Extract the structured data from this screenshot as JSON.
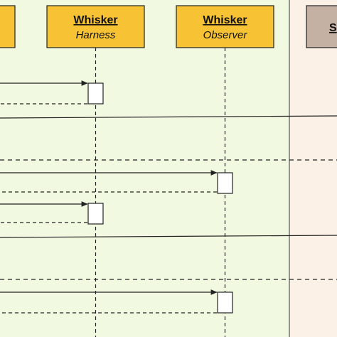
{
  "colors": {
    "left_region": "#f1f9e1",
    "right_region": "#fbf1e6",
    "participant_fill": "#f7c234",
    "external_fill": "#c4b1a3",
    "border": "#222222"
  },
  "participants": [
    {
      "id": "partial-left",
      "title": "",
      "subtitle": ""
    },
    {
      "id": "harness",
      "title": "Whisker",
      "subtitle": "Harness"
    },
    {
      "id": "observer",
      "title": "Whisker",
      "subtitle": "Observer"
    },
    {
      "id": "partial-right",
      "title": "S",
      "subtitle": ""
    }
  ]
}
